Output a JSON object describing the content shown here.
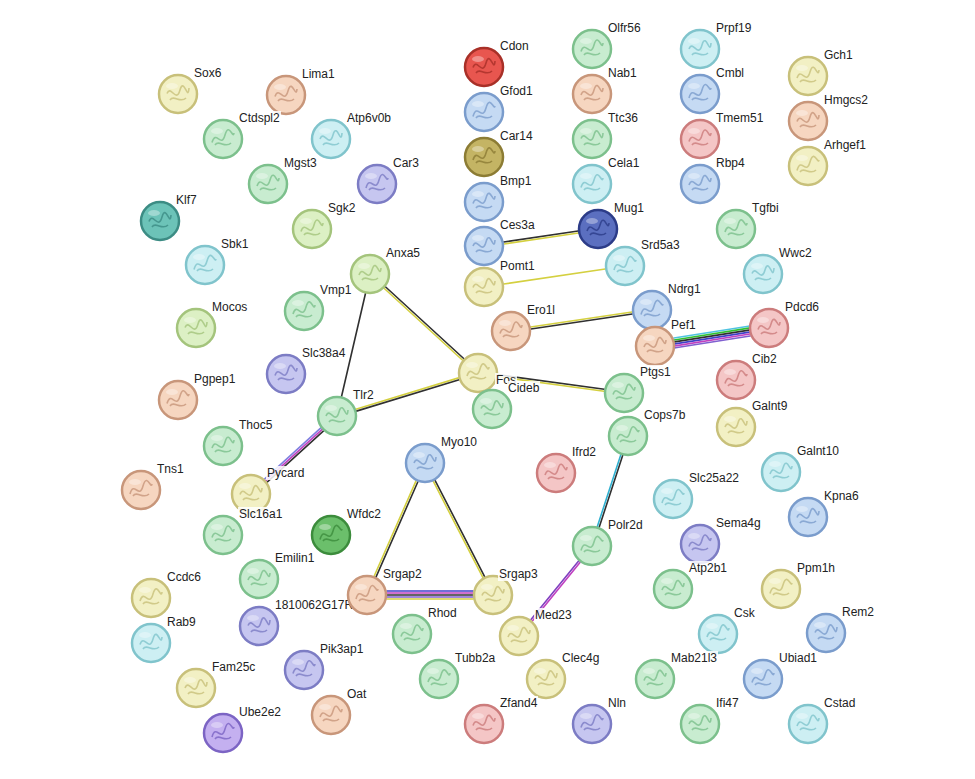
{
  "diagram": {
    "nodes": [
      {
        "text": [
          "Sox6"
        ]
      },
      {
        "text": [
          "Lima1"
        ]
      },
      {
        "text": [
          "Ctdspl2"
        ]
      },
      {
        "text": [
          "Atp6v0b"
        ]
      },
      {
        "text": [
          "Mgst3"
        ]
      },
      {
        "text": [
          "Car3"
        ]
      },
      {
        "text": [
          "Klf7"
        ]
      },
      {
        "text": [
          "Sgk2"
        ]
      },
      {
        "text": [
          "Sbk1"
        ]
      },
      {
        "text": [
          "Anxa5"
        ]
      },
      {
        "text": [
          "Vmp1"
        ]
      },
      {
        "text": [
          "Mocos"
        ]
      },
      {
        "text": [
          "Slc38a4"
        ]
      },
      {
        "text": [
          "Pgpep1"
        ]
      },
      {
        "text": [
          "Tlr2"
        ]
      },
      {
        "text": [
          "Thoc5"
        ]
      },
      {
        "text": [
          "Tns1"
        ]
      },
      {
        "text": [
          "Pycard"
        ]
      },
      {
        "text": [
          "Slc16a1"
        ]
      },
      {
        "text": [
          "Wfdc2"
        ]
      },
      {
        "text": [
          "Emilin1"
        ]
      },
      {
        "text": [
          "Ccdc6"
        ]
      },
      {
        "text": [
          "1810062G17Rik"
        ]
      },
      {
        "text": [
          "Rab9"
        ]
      },
      {
        "text": [
          "Pik3ap1"
        ]
      },
      {
        "text": [
          "Fam25c"
        ]
      },
      {
        "text": [
          "Oat"
        ]
      },
      {
        "text": [
          "Ube2e2"
        ]
      },
      {
        "text": [
          "Cdon"
        ]
      },
      {
        "text": [
          "Olfr56"
        ]
      },
      {
        "text": [
          "Gfod1"
        ]
      },
      {
        "text": [
          "Nab1"
        ]
      },
      {
        "text": [
          "Car14"
        ]
      },
      {
        "text": [
          "Ttc36"
        ]
      },
      {
        "text": [
          "Bmp1"
        ]
      },
      {
        "text": [
          "Cela1"
        ]
      },
      {
        "text": [
          "Ces3a"
        ]
      },
      {
        "text": [
          "Mug1"
        ]
      },
      {
        "text": [
          "Srd5a3"
        ]
      },
      {
        "text": [
          "Pomt1"
        ]
      },
      {
        "text": [
          "Ero1l"
        ]
      },
      {
        "text": [
          "Ndrg1"
        ]
      },
      {
        "text": [
          "Pef1"
        ]
      },
      {
        "text": [
          "Fos"
        ]
      },
      {
        "text": [
          "Cideb"
        ]
      },
      {
        "text": [
          "Ptgs1"
        ]
      },
      {
        "text": [
          "Cops7b"
        ]
      },
      {
        "text": [
          "Myo10"
        ]
      },
      {
        "text": [
          "Ifrd2"
        ]
      },
      {
        "text": [
          "Srgap2"
        ]
      },
      {
        "text": [
          "Srgap3"
        ]
      },
      {
        "text": [
          "Rhod"
        ]
      },
      {
        "text": [
          "Polr2d"
        ]
      },
      {
        "text": [
          "Med23"
        ]
      },
      {
        "text": [
          "Tubb2a"
        ]
      },
      {
        "text": [
          "Clec4g"
        ]
      },
      {
        "text": [
          "Zfand4"
        ]
      },
      {
        "text": [
          "Nln"
        ]
      },
      {
        "text": [
          "Prpf19"
        ]
      },
      {
        "text": [
          "Gch1"
        ]
      },
      {
        "text": [
          "Cmbl"
        ]
      },
      {
        "text": [
          "Hmgcs2"
        ]
      },
      {
        "text": [
          "Tmem51"
        ]
      },
      {
        "text": [
          "Arhgef1"
        ]
      },
      {
        "text": [
          "Rbp4"
        ]
      },
      {
        "text": [
          "Tgfbi"
        ]
      },
      {
        "text": [
          "Wwc2"
        ]
      },
      {
        "text": [
          "Pdcd6"
        ]
      },
      {
        "text": [
          "Cib2"
        ]
      },
      {
        "text": [
          "Galnt9"
        ]
      },
      {
        "text": [
          "Galnt10"
        ]
      },
      {
        "text": [
          "Slc25a22"
        ]
      },
      {
        "text": [
          "Kpna6"
        ]
      },
      {
        "text": [
          "Sema4g"
        ]
      },
      {
        "text": [
          "Ppm1h"
        ]
      },
      {
        "text": [
          "Atp2b1"
        ]
      },
      {
        "text": [
          "Csk"
        ]
      },
      {
        "text": [
          "Rem2"
        ]
      },
      {
        "text": [
          "Mab21l3"
        ]
      },
      {
        "text": [
          "Ubiad1"
        ]
      },
      {
        "text": [
          "Ifi47"
        ]
      },
      {
        "text": [
          "Cstad"
        ]
      }
    ],
    "edges": [
      {
        "from": 36,
        "to": 37,
        "arrow": "none"
      },
      {
        "from": 39,
        "to": 38,
        "arrow": "none"
      },
      {
        "from": 40,
        "to": 41,
        "arrow": "none"
      },
      {
        "from": 42,
        "to": 67,
        "arrow": "none"
      },
      {
        "from": 9,
        "to": 43,
        "arrow": "none"
      },
      {
        "from": 9,
        "to": 14,
        "arrow": "none"
      },
      {
        "from": 14,
        "to": 43,
        "arrow": "none"
      },
      {
        "from": 43,
        "to": 45,
        "arrow": "none"
      },
      {
        "from": 14,
        "to": 17,
        "arrow": "none"
      },
      {
        "from": 47,
        "to": 49,
        "arrow": "none"
      },
      {
        "from": 47,
        "to": 50,
        "arrow": "none"
      },
      {
        "from": 49,
        "to": 50,
        "arrow": "none"
      },
      {
        "from": 46,
        "to": 52,
        "arrow": "none"
      },
      {
        "from": 52,
        "to": 53,
        "arrow": "none"
      }
    ]
  }
}
